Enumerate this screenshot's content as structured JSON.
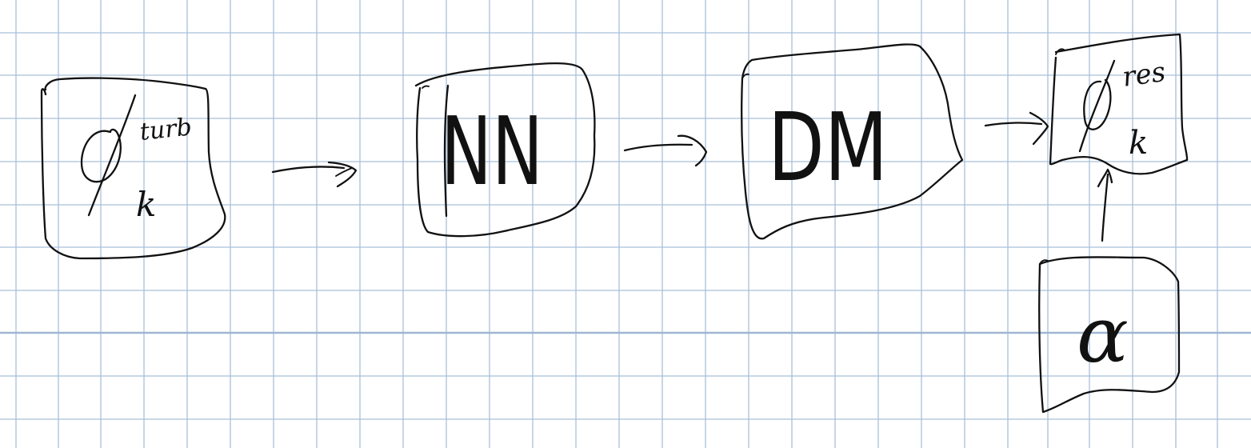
{
  "diagram": {
    "nodes": [
      {
        "id": "input",
        "symbol": "ϕ",
        "superscript": "turb",
        "subscript": "k"
      },
      {
        "id": "network",
        "label": "NN"
      },
      {
        "id": "dm",
        "label": "DM"
      },
      {
        "id": "output",
        "symbol": "ϕ",
        "superscript": "res",
        "subscript": "k"
      },
      {
        "id": "parameter",
        "symbol": "α"
      }
    ],
    "edges": [
      {
        "from": "input",
        "to": "network"
      },
      {
        "from": "network",
        "to": "dm"
      },
      {
        "from": "dm",
        "to": "output"
      },
      {
        "from": "parameter",
        "to": "output"
      }
    ],
    "style": {
      "paper": "#ffffff",
      "grid_color": "#a9bfd9",
      "ink_color": "#111111"
    }
  }
}
